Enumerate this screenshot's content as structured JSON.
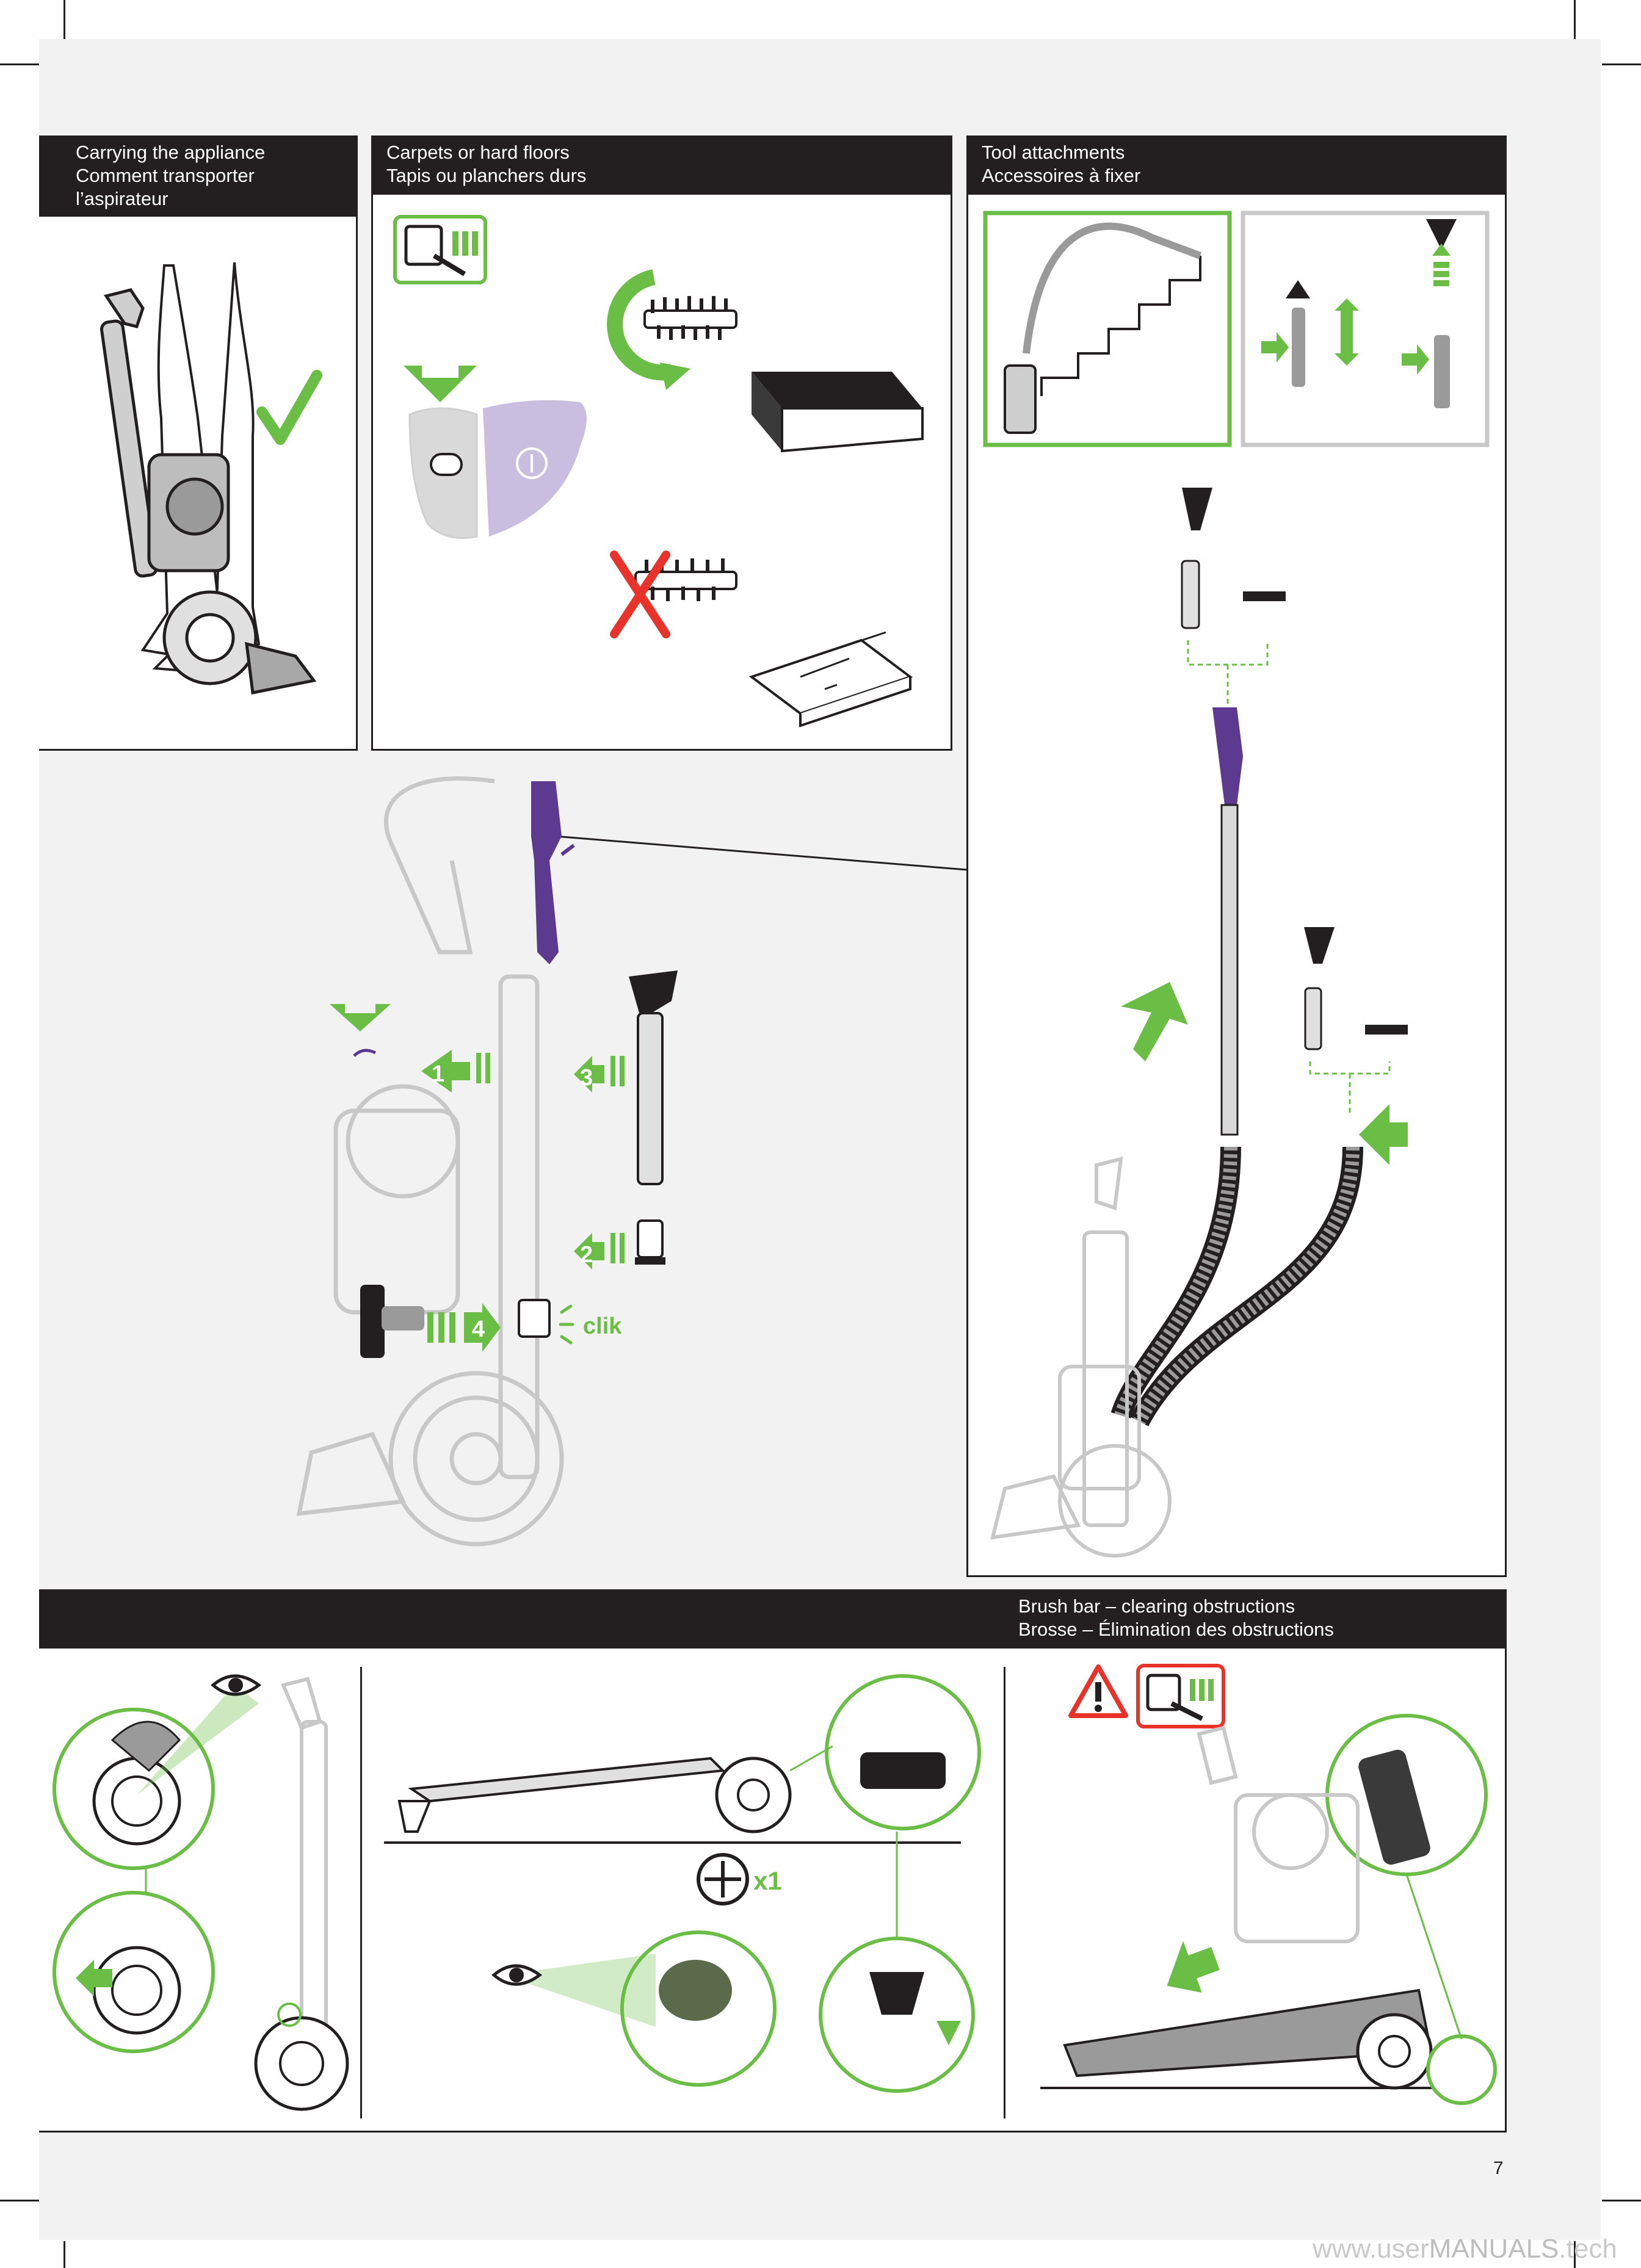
{
  "sections": {
    "carrying": {
      "line1": "Carrying the appliance",
      "line2": "Comment transporter",
      "line3": "l’aspirateur"
    },
    "floors": {
      "line1": "Carpets or hard floors",
      "line2": "Tapis ou planchers durs"
    },
    "tools": {
      "line1": "Tool attachments",
      "line2": "Accessoires à fixer"
    },
    "brushbar": {
      "line1": "Brush bar – clearing obstructions",
      "line2": "Brosse – Élimination des obstructions"
    }
  },
  "callouts": {
    "clik": "clik",
    "step1": "1",
    "step2": "2",
    "step3": "3",
    "step4": "4",
    "x1": "x1"
  },
  "page_number": "7",
  "watermark": {
    "prefix": "www.user",
    "brand": "MANUALS",
    "suffix": ".tech"
  },
  "colors": {
    "accent_green": "#6abd45",
    "purple": "#5c3a8f",
    "lavender": "#c9bde0",
    "warning_red": "#e8322a",
    "header_black": "#231f20"
  },
  "icons": [
    "checkmark-icon",
    "unplug-icon",
    "rotate-arrow-icon",
    "cross-icon",
    "eye-icon",
    "warning-icon",
    "plus-circle-icon",
    "arrow-icon"
  ]
}
